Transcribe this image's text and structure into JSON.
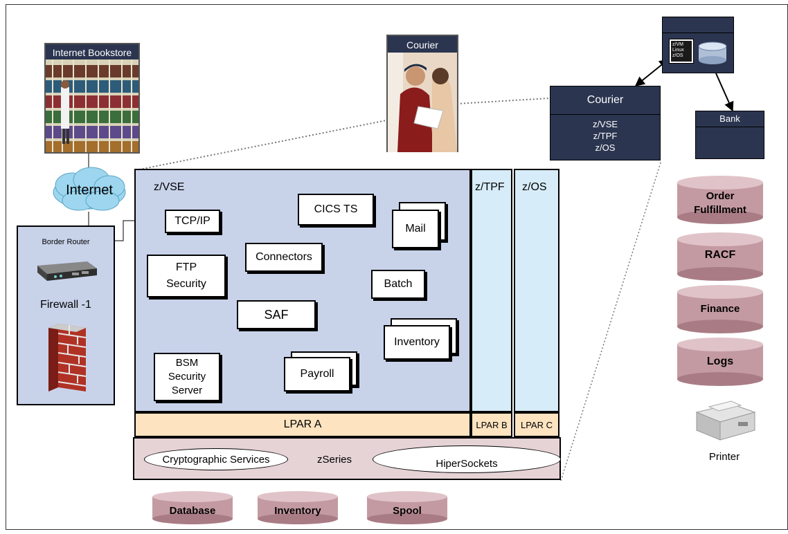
{
  "left": {
    "bookstore_title": "Internet Bookstore",
    "internet": "Internet",
    "border_router": "Border Router",
    "firewall": "Firewall -1"
  },
  "courier_photo": {
    "title": "Courier"
  },
  "courier_system": {
    "title": "Courier",
    "lines": [
      "z/VSE",
      "z/TPF",
      "z/OS"
    ]
  },
  "mainframe_icon": {
    "lines": [
      "z/VM",
      "Linux",
      "z/OS"
    ]
  },
  "bank": {
    "title": "Bank"
  },
  "zvse": {
    "title": "z/VSE",
    "tcpip": "TCP/IP",
    "cics": "CICS TS",
    "mail": "Mail",
    "connectors": "Connectors",
    "ftp": [
      "FTP",
      "Security"
    ],
    "saf": "SAF",
    "batch": "Batch",
    "inventory": "Inventory",
    "bsm": [
      "BSM",
      "Security",
      "Server"
    ],
    "payroll": "Payroll"
  },
  "ztpf": {
    "title": "z/TPF"
  },
  "zos": {
    "title": "z/OS"
  },
  "lpars": {
    "a": "LPAR A",
    "b": "LPAR B",
    "c": "LPAR C"
  },
  "zseries": {
    "label": "zSeries",
    "crypto": "Cryptographic Services",
    "hipersockets": "HiperSockets"
  },
  "bottom_db": [
    "Database",
    "Inventory",
    "Spool"
  ],
  "right_db": [
    [
      "Order",
      "Fulfillment"
    ],
    [
      "RACF"
    ],
    [
      "Finance"
    ],
    [
      "Logs"
    ]
  ],
  "printer": "Printer",
  "colors": {
    "navy": "#2b3550",
    "lpar_fill": "#c8d3ea",
    "lpar_side": "#d6ecf8",
    "lpar_bar": "#fde3c0",
    "zseries": "#e6d3d6",
    "cylinder": "#c49aa2",
    "cloud": "#9dd6ee"
  }
}
